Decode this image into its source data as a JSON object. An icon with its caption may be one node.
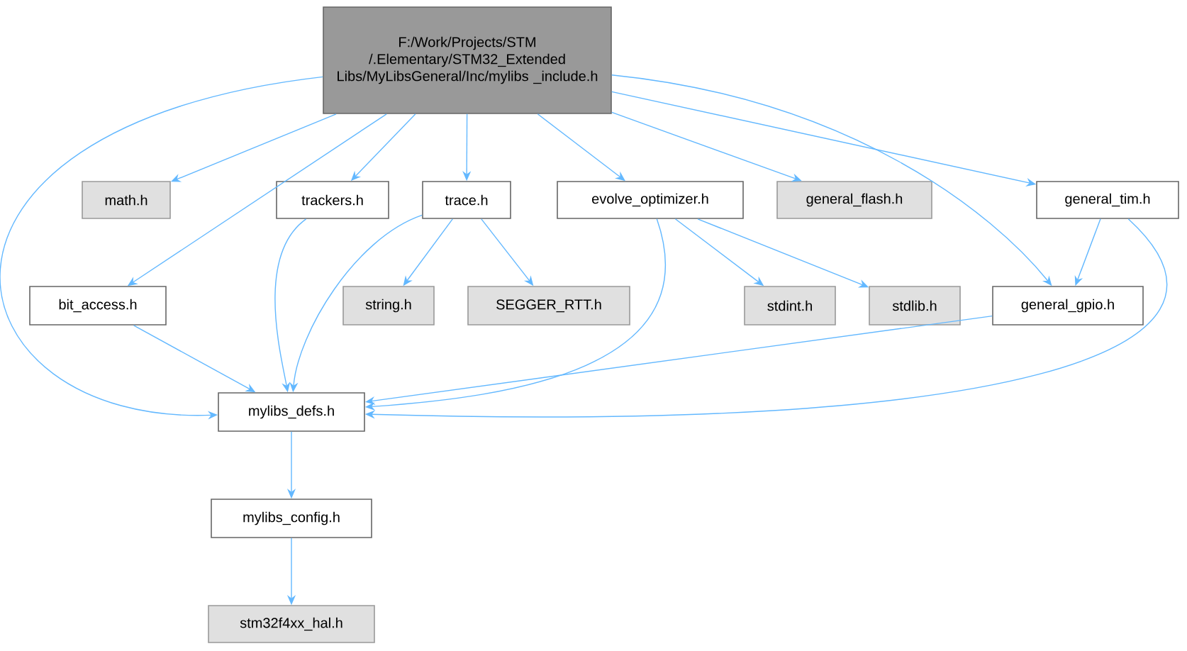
{
  "diagram": {
    "nodes": [
      {
        "text": [
          "F:/Work/Projects/STM /.Elementary/STM32_Extended Libs/MyLibsGeneral/Inc/mylibs _include.h"
        ]
      },
      {
        "text": [
          "math.h"
        ]
      },
      {
        "text": [
          "trackers.h"
        ]
      },
      {
        "text": [
          "trace.h"
        ]
      },
      {
        "text": [
          "evolve_optimizer.h"
        ]
      },
      {
        "text": [
          "general_flash.h"
        ]
      },
      {
        "text": [
          "general_tim.h"
        ]
      },
      {
        "text": [
          "bit_access.h"
        ]
      },
      {
        "text": [
          "string.h"
        ]
      },
      {
        "text": [
          "SEGGER_RTT.h"
        ]
      },
      {
        "text": [
          "stdint.h"
        ]
      },
      {
        "text": [
          "stdlib.h"
        ]
      },
      {
        "text": [
          "general_gpio.h"
        ]
      },
      {
        "text": [
          "mylibs_defs.h"
        ]
      },
      {
        "text": [
          "mylibs_config.h"
        ]
      },
      {
        "text": [
          "stm32f4xx_hal.h"
        ]
      }
    ],
    "edges": [
      {
        "from": 0,
        "to": 13,
        "arrow": "to"
      },
      {
        "from": 0,
        "to": 1,
        "arrow": "to"
      },
      {
        "from": 0,
        "to": 7,
        "arrow": "to"
      },
      {
        "from": 0,
        "to": 2,
        "arrow": "to"
      },
      {
        "from": 0,
        "to": 3,
        "arrow": "to"
      },
      {
        "from": 0,
        "to": 4,
        "arrow": "to"
      },
      {
        "from": 0,
        "to": 5,
        "arrow": "to"
      },
      {
        "from": 0,
        "to": 12,
        "arrow": "to"
      },
      {
        "from": 0,
        "to": 6,
        "arrow": "to"
      },
      {
        "from": 2,
        "to": 13,
        "arrow": "to"
      },
      {
        "from": 3,
        "to": 13,
        "arrow": "to"
      },
      {
        "from": 3,
        "to": 8,
        "arrow": "to"
      },
      {
        "from": 3,
        "to": 9,
        "arrow": "to"
      },
      {
        "from": 4,
        "to": 13,
        "arrow": "to"
      },
      {
        "from": 4,
        "to": 10,
        "arrow": "to"
      },
      {
        "from": 4,
        "to": 11,
        "arrow": "to"
      },
      {
        "from": 6,
        "to": 12,
        "arrow": "to"
      },
      {
        "from": 6,
        "to": 13,
        "arrow": "to"
      },
      {
        "from": 7,
        "to": 13,
        "arrow": "to"
      },
      {
        "from": 12,
        "to": 13,
        "arrow": "to"
      },
      {
        "from": 13,
        "to": 14,
        "arrow": "to"
      },
      {
        "from": 14,
        "to": 15,
        "arrow": "to"
      }
    ]
  }
}
